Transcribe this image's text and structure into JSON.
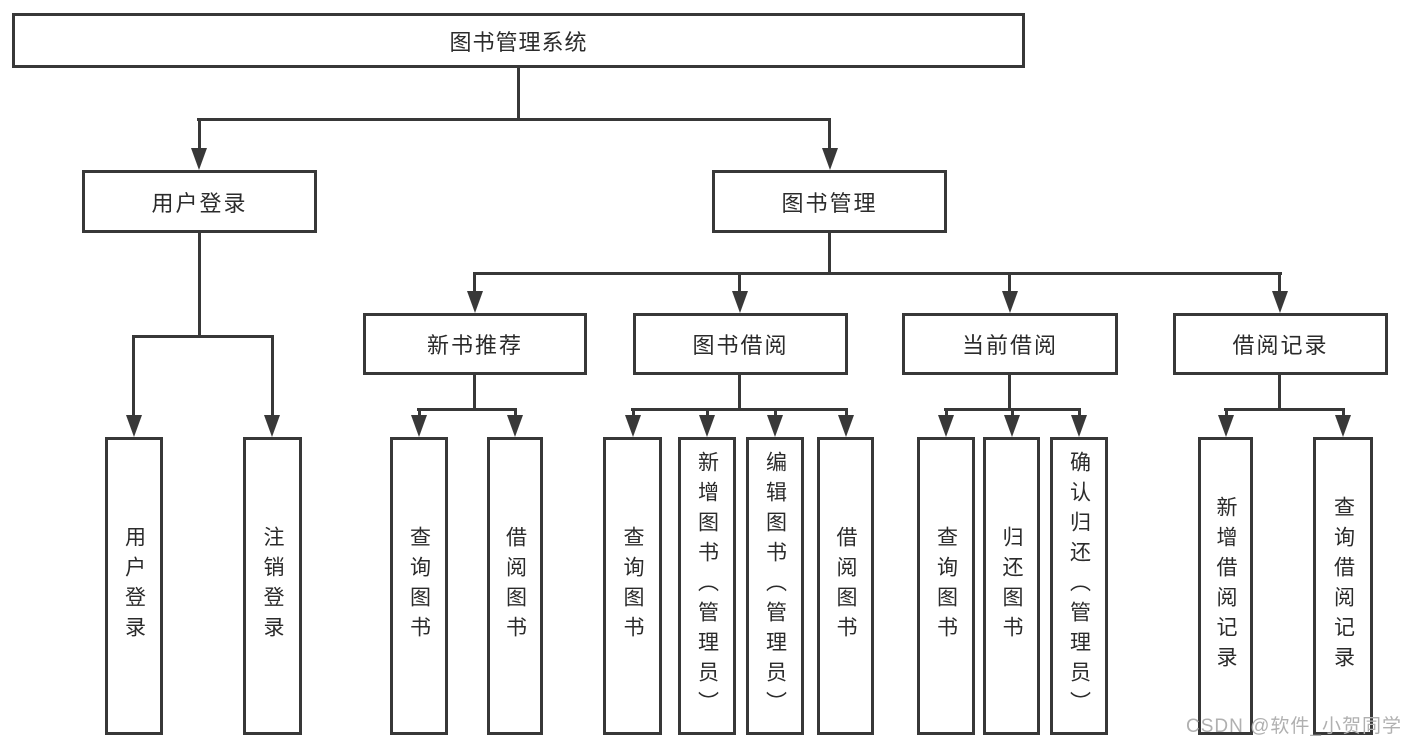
{
  "colors": {
    "line": "#383838",
    "text": "#2b2b2b",
    "watermark": "#b0b0b0",
    "background": "#ffffff"
  },
  "watermark": {
    "text": "CSDN @软件_小贺同学"
  },
  "tree": {
    "label": "图书管理系统",
    "children": [
      {
        "label": "用户登录",
        "children": [
          {
            "label": "用户登录"
          },
          {
            "label": "注销登录"
          }
        ]
      },
      {
        "label": "图书管理",
        "children": [
          {
            "label": "新书推荐",
            "children": [
              {
                "label": "查询图书"
              },
              {
                "label": "借阅图书"
              }
            ]
          },
          {
            "label": "图书借阅",
            "children": [
              {
                "label": "查询图书"
              },
              {
                "label": "新增图书（管理员）"
              },
              {
                "label": "编辑图书（管理员）"
              },
              {
                "label": "借阅图书"
              }
            ]
          },
          {
            "label": "当前借阅",
            "children": [
              {
                "label": "查询图书"
              },
              {
                "label": "归还图书"
              },
              {
                "label": "确认归还（管理员）"
              }
            ]
          },
          {
            "label": "借阅记录",
            "children": [
              {
                "label": "新增借阅记录"
              },
              {
                "label": "查询借阅记录"
              }
            ]
          }
        ]
      }
    ]
  }
}
